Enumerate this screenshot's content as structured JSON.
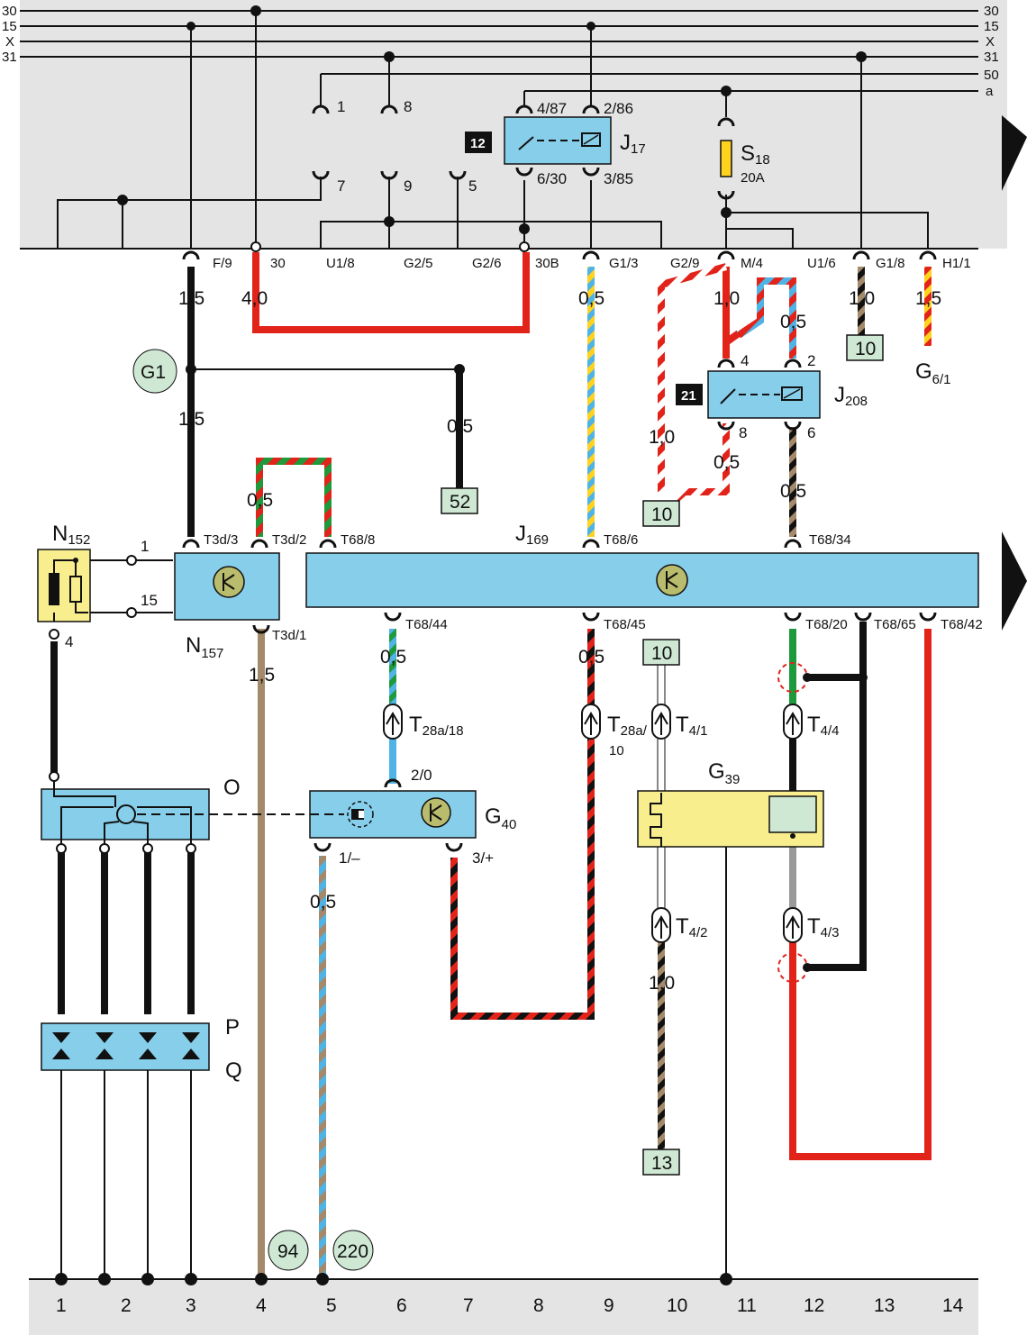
{
  "bus_lines": [
    {
      "left": "30",
      "right": "30"
    },
    {
      "left": "15",
      "right": "15"
    },
    {
      "left": "X",
      "right": "X"
    },
    {
      "left": "31",
      "right": "31"
    },
    {
      "left": "",
      "right": "50"
    },
    {
      "left": "",
      "right": "a"
    }
  ],
  "relay_panel": {
    "contacts": [
      "1",
      "8",
      "7",
      "9",
      "5"
    ],
    "j17": {
      "box_id": "12",
      "name": "J",
      "sub": "17",
      "pins": [
        "4/87",
        "2/86",
        "6/30",
        "3/85"
      ]
    },
    "fuse": {
      "name": "S",
      "sub": "18",
      "rating": "20A"
    },
    "terminals": [
      "F/9",
      "30",
      "U1/8",
      "G2/5",
      "G2/6",
      "30B",
      "G1/3",
      "G2/9",
      "M/4",
      "U1/6",
      "G1/8",
      "H1/1"
    ]
  },
  "wire_sizes": {
    "f9": "1,5",
    "t30": "4,0",
    "g13": "0,5",
    "m4": "1,0",
    "m4b": "0,5",
    "g18": "1,0",
    "h11": "1,5",
    "g1_lower": "1,5",
    "g1_branch": "0,5",
    "t3d2": "0,5",
    "j208_left": "1,0",
    "j208_8": "0,5",
    "j208_6": "0,5",
    "t68_44": "0,5",
    "t68_45": "0,5",
    "t3d1": "1,5",
    "g40_1": "0,5",
    "t4_2": "1,0"
  },
  "j208": {
    "box_id": "21",
    "name": "J",
    "sub": "208",
    "pins": [
      "4",
      "2",
      "8",
      "6"
    ]
  },
  "ground_g1": "G1",
  "g6": {
    "name": "G",
    "sub": "6/1"
  },
  "refs": {
    "r10a": "10",
    "r52": "52",
    "r10b": "10",
    "r10c": "10",
    "r13": "13",
    "r94": "94",
    "r220": "220"
  },
  "n152": {
    "name": "N",
    "sub": "152",
    "pin1": "1",
    "pin15": "15",
    "pin4": "4"
  },
  "n157": {
    "name": "N",
    "sub": "157",
    "pins": [
      "T3d/3",
      "T3d/2",
      "T3d/1"
    ]
  },
  "j169": {
    "name": "J",
    "sub": "169",
    "pins": [
      "T68/8",
      "T68/6",
      "T68/34",
      "T68/44",
      "T68/45",
      "T68/20",
      "T68/65",
      "T68/42"
    ]
  },
  "connectors": {
    "t28a18": {
      "name": "T",
      "sub": "28a/18"
    },
    "t28a10": {
      "name": "T",
      "sub": "28a/",
      "sub2": "10"
    },
    "t41": {
      "name": "T",
      "sub": "4/1"
    },
    "t44": {
      "name": "T",
      "sub": "4/4"
    },
    "t42": {
      "name": "T",
      "sub": "4/2"
    },
    "t43": {
      "name": "T",
      "sub": "4/3"
    }
  },
  "g40": {
    "name": "G",
    "sub": "40",
    "pins": [
      "2/0",
      "1/–",
      "3/+"
    ]
  },
  "g39": {
    "name": "G",
    "sub": "39"
  },
  "component_o": "O",
  "component_pq": [
    "P",
    "Q"
  ],
  "bottom_numbers": [
    "1",
    "2",
    "3",
    "4",
    "5",
    "6",
    "7",
    "8",
    "9",
    "10",
    "11",
    "12",
    "13",
    "14"
  ],
  "colors": {
    "panel": "#e4e4e4",
    "module": "#87ceeb",
    "yellow_box": "#f8ee8e",
    "ref_box": "#cfe8d4",
    "red": "#e2231a",
    "brown": "#a48a6a",
    "green": "#1d9a3c",
    "blue": "#4fb3e6",
    "yellow": "#ffd21f",
    "grey": "#9a9a9a"
  }
}
